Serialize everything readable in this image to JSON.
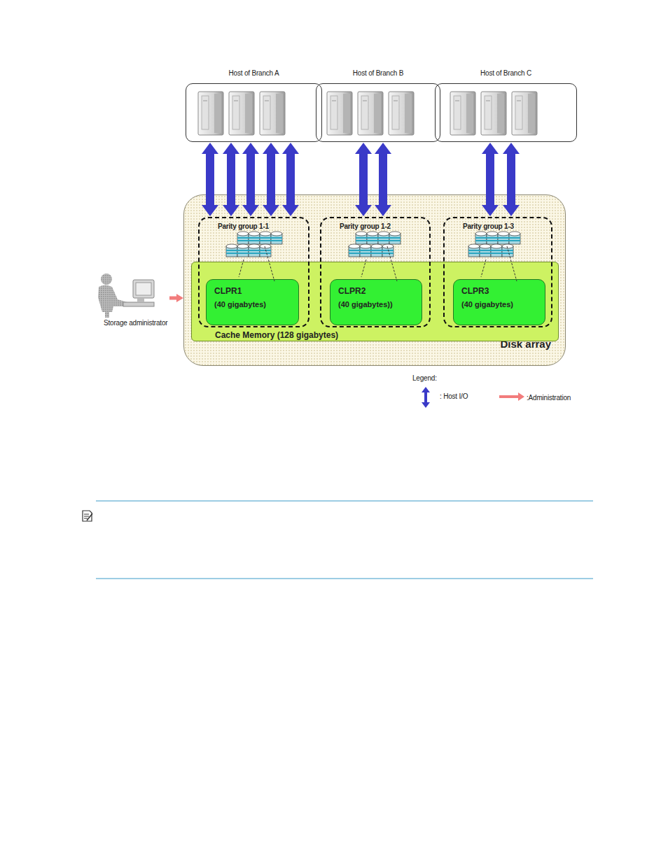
{
  "diagram": {
    "nodes": [
      {
        "text": [
          "Host of Branch A"
        ]
      },
      {
        "text": [
          "Host of Branch B"
        ]
      },
      {
        "text": [
          "Host of Branch C"
        ]
      },
      {
        "text": [
          "Disk array"
        ]
      },
      {
        "text": [
          "Parity group 1-1"
        ],
        "in": 3
      },
      {
        "text": [
          "Parity group 1-2"
        ],
        "in": 3
      },
      {
        "text": [
          "Parity group 1-3"
        ],
        "in": 3
      },
      {
        "text": [
          "Cache Memory (128 gigabytes)"
        ],
        "in": 3
      },
      {
        "text": [
          "CLPR1",
          "(40 gigabytes)"
        ],
        "in": 7
      },
      {
        "text": [
          "CLPR2",
          "(40 gigabytes))"
        ],
        "in": 7
      },
      {
        "text": [
          "CLPR3",
          "(40 gigabytes)"
        ],
        "in": 7
      },
      {
        "text": [
          "Storage administrator"
        ]
      }
    ],
    "edges": [
      {
        "from": 0,
        "to": 4,
        "arrow": "both"
      },
      {
        "from": 0,
        "to": 4,
        "arrow": "both"
      },
      {
        "from": 0,
        "to": 4,
        "arrow": "both"
      },
      {
        "from": 0,
        "to": 4,
        "arrow": "both"
      },
      {
        "from": 0,
        "to": 4,
        "arrow": "both"
      },
      {
        "from": 1,
        "to": 5,
        "arrow": "both"
      },
      {
        "from": 1,
        "to": 5,
        "arrow": "both"
      },
      {
        "from": 2,
        "to": 6,
        "arrow": "both"
      },
      {
        "from": 2,
        "to": 6,
        "arrow": "both"
      },
      {
        "from": 11,
        "to": 3,
        "arrow": "to"
      }
    ],
    "labels": [
      "Legend:"
    ],
    "legend": [
      {
        "text": ": Host I/O"
      },
      {
        "text": ":Administration"
      }
    ]
  }
}
